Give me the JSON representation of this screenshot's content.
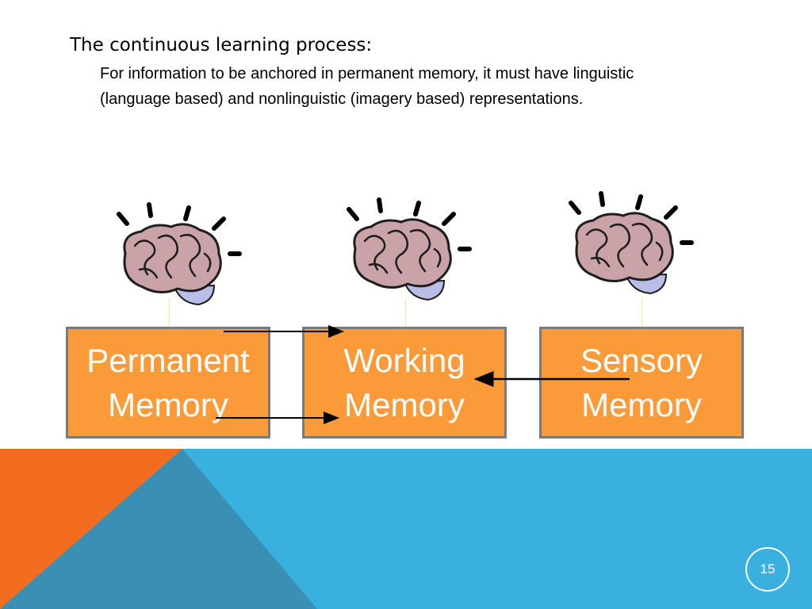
{
  "slide": {
    "heading": "The continuous learning process:",
    "body": "For information to be anchored in permanent memory, it must have linguistic (language based) and nonlinguistic (imagery based) representations.",
    "slide_number": "15"
  },
  "diagram": {
    "nodes": [
      {
        "id": "permanent",
        "line1": "Permanent",
        "line2": "Memory"
      },
      {
        "id": "working",
        "line1": "Working",
        "line2": "Memory"
      },
      {
        "id": "sensory",
        "line1": "Sensory",
        "line2": "Memory"
      }
    ],
    "edges": [
      {
        "from": "permanent",
        "to": "working"
      },
      {
        "from": "permanent",
        "to": "working"
      },
      {
        "from": "sensory",
        "to": "working"
      }
    ],
    "icons": [
      "brain-icon",
      "brain-icon",
      "brain-icon"
    ]
  },
  "colors": {
    "box_fill": "#fa9a38",
    "box_border": "#7a7a7a",
    "footer_blue": "#3ab0de",
    "footer_orange": "#f36d21",
    "footer_teal": "#3a8fb5",
    "brain_fill": "#c9a3a8"
  }
}
